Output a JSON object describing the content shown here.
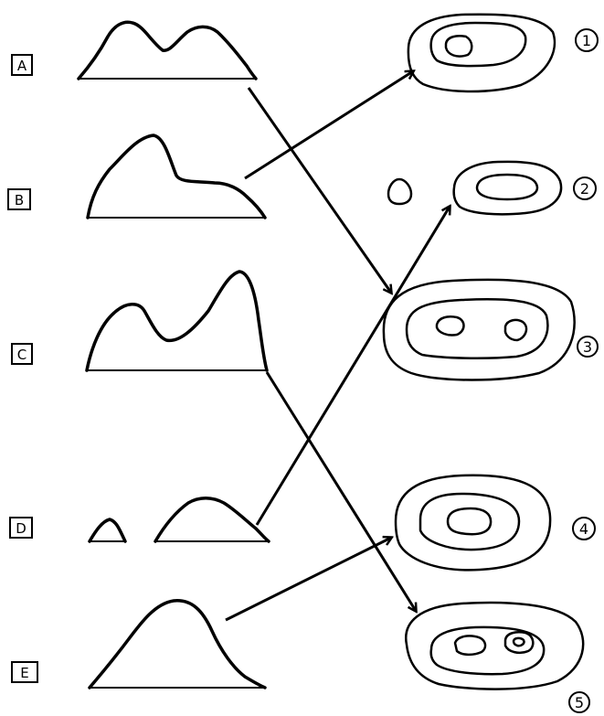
{
  "profile_labels": [
    "A",
    "B",
    "C",
    "D",
    "E"
  ],
  "map_labels": [
    "1",
    "2",
    "3",
    "4",
    "5"
  ],
  "matches": [
    {
      "profile": "A",
      "map": "3"
    },
    {
      "profile": "B",
      "map": "1"
    },
    {
      "profile": "C",
      "map": "5"
    },
    {
      "profile": "D",
      "map": "2"
    },
    {
      "profile": "E",
      "map": "4"
    }
  ],
  "colors": {
    "ink": "#000000",
    "background": "#ffffff"
  }
}
